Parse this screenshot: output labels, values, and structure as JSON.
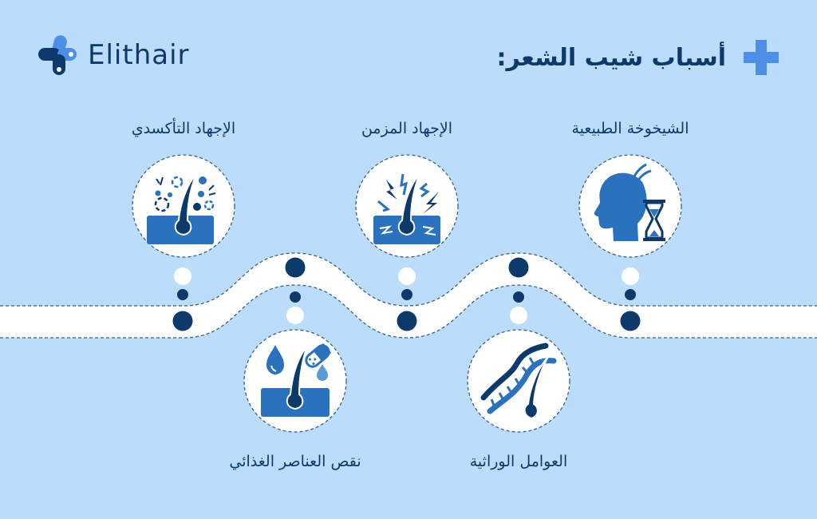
{
  "brand": {
    "name": "Elithair",
    "icon": "medical-cross-logo-icon"
  },
  "header": {
    "title": "أسباب شيب الشعر:",
    "title_icon": "plus-icon"
  },
  "colors": {
    "background": "#bcdcfb",
    "navy": "#0d3a6b",
    "primary_blue": "#2a72bd",
    "accent_blue": "#4d8fe6",
    "road": "#ffffff"
  },
  "causes": [
    {
      "label": "الشيخوخة الطبيعية",
      "icon": "head-hourglass-icon",
      "position": "top"
    },
    {
      "label": "الإجهاد المزمن",
      "icon": "stressed-hair-follicle-icon",
      "position": "top"
    },
    {
      "label": "الإجهاد التأكسدي",
      "icon": "oxidative-hair-follicle-icon",
      "position": "top"
    },
    {
      "label": "العوامل الوراثية",
      "icon": "dna-hair-icon",
      "position": "bottom"
    },
    {
      "label": "نقص العناصر الغذائي",
      "icon": "nutrient-hair-follicle-icon",
      "position": "bottom"
    }
  ]
}
